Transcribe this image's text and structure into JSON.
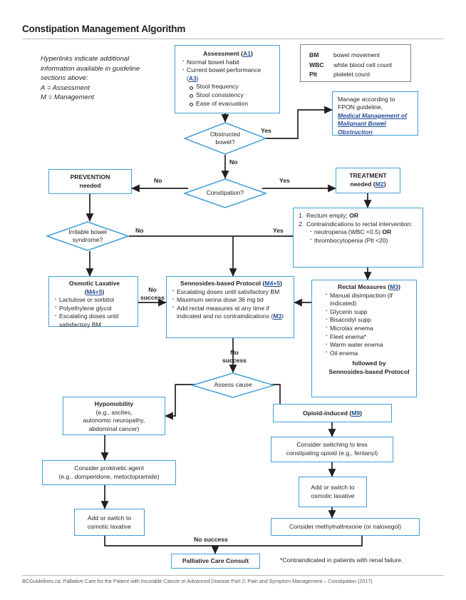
{
  "page": {
    "title": "Constipation Management Algorithm",
    "footer": "BCGuidelines.ca: Palliative Care for the Patient with Incurable Cancer or Advanced Disease Part 2: Pain and Symptom Management – Constipation  (2017)",
    "footnote": "*Contraindicated in patients with renal failure."
  },
  "legend": {
    "note": "Hyperlinks indicate additional information available in guideline sections above:\nA = Assessment\nM = Management",
    "abbreviations": [
      {
        "abbr": "BM",
        "meaning": "bowel movement"
      },
      {
        "abbr": "WBC",
        "meaning": "white blood cell count"
      },
      {
        "abbr": "Plt",
        "meaning": "platelet count"
      }
    ]
  },
  "nodes": {
    "assessment": {
      "heading": "Assessment",
      "link": "A1",
      "items": [
        "Normal bowel habit",
        "Current bowel performance"
      ],
      "item2_link": "A3",
      "subitems": [
        "Stool frequency",
        "Stool consistency",
        "Ease of evacuation"
      ]
    },
    "obstructed": {
      "label": "Obstructed\nbowel?"
    },
    "fpon": {
      "line1": "Manage according to",
      "line2": "FPON guideline,",
      "link": "Medical Management of Malignant Bowel Obstruction"
    },
    "constipation": {
      "label": "Constipation?"
    },
    "prevention": {
      "line1": "PREVENTION",
      "line2": "needed"
    },
    "treatment": {
      "line1": "TREATMENT",
      "line2": "needed",
      "link": "M2"
    },
    "ibs": {
      "label": "Irritable bowel\nsyndrome?"
    },
    "rectal_criteria": {
      "item1": "Rectum empty;",
      "item1_bold": "OR",
      "item2": "Contraindications to rectal intervention:",
      "sub1": "neutropenia (WBC <0.5)",
      "sub1_bold": "OR",
      "sub2": "thrombocytopenia (Plt <20)"
    },
    "osmotic": {
      "heading": "Osmotic Laxative",
      "link": "M4+5",
      "items": [
        "Lactulose or sorbitol",
        "Polyethylene glycol",
        "Escalating doses until satisfactory BM"
      ]
    },
    "sennosides": {
      "heading": "Sennosides-based Protocol",
      "link": "M4+5",
      "items": [
        "Escalating doses until satisfactory BM",
        "Maximum senna dose 36 mg tid",
        "Add rectal measures at any time if indicated and no contraindications"
      ],
      "item3_link": "M3"
    },
    "rectal_measures": {
      "heading": "Rectal Measures",
      "link": "M3",
      "items": [
        "Manual disimpaction (if indicated)",
        "Glycerin supp",
        "Bisacodyl supp",
        "Microlax enema",
        "Fleet enema*",
        "Warm water enema",
        "Oil enema"
      ],
      "footer1": "followed by",
      "footer2": "Sennosides-based Protocol"
    },
    "assess_cause": {
      "label": "Assess cause"
    },
    "hypomobility": {
      "heading": "Hypomobility",
      "lines": [
        "(e.g., ascites,",
        "autonomic neuropathy,",
        "abdominal cancer)"
      ]
    },
    "opioid_induced": {
      "heading": "Opioid-induced",
      "link": "M9"
    },
    "prokinetic": {
      "lines": [
        "Consider prokinetic agent",
        "(e.g., domperidone, metoclopramide)"
      ]
    },
    "osmotic_switch_left": {
      "lines": [
        "Add or switch to",
        "osmotic laxative"
      ]
    },
    "switch_opioid": {
      "lines": [
        "Consider switching to less",
        "constipating opioid (e.g., fentanyl)"
      ]
    },
    "osmotic_switch_right": {
      "lines": [
        "Add or switch to",
        "osmotic laxative"
      ]
    },
    "methylnaltrexone": {
      "lines": [
        "Consider methylnaltrexone (or naloxegol)"
      ]
    },
    "palliative": {
      "label": "Palliative Care Consult"
    }
  },
  "edges": {
    "obstructed_yes": "Yes",
    "obstructed_no": "No",
    "constipation_no": "No",
    "constipation_yes": "Yes",
    "ibs_no": "No",
    "ibs_yes": "Yes",
    "osmotic_no_success": "No\nsuccess",
    "senno_no_success": "No\nsuccess",
    "bottom_no_success": "No success"
  },
  "colors": {
    "accent_border": "#3f9fd8",
    "link": "#1f4e96",
    "line": "#231f20",
    "gray_border": "#808285",
    "text": "#231f20"
  }
}
